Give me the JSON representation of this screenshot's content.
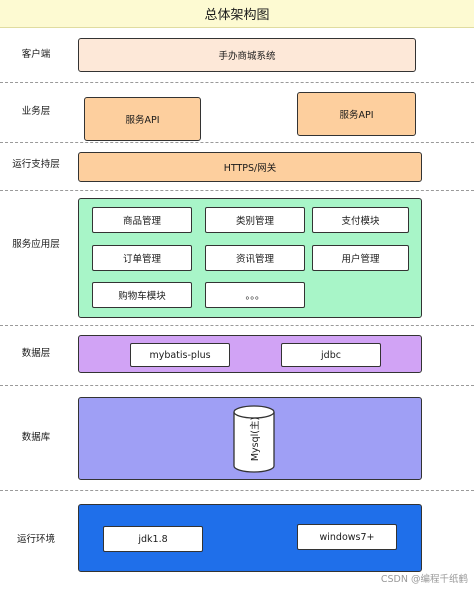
{
  "title": "总体架构图",
  "layers": {
    "client": {
      "label": "客户端",
      "box": "手办商城系统",
      "color": "#fde8d8"
    },
    "business": {
      "label": "业务层",
      "api_left": "服务API",
      "api_right": "服务API",
      "color": "#fdcf9e"
    },
    "runtime_support": {
      "label": "运行支持层",
      "box": "HTTPS/网关",
      "color": "#fdcf9e"
    },
    "service": {
      "label": "服务应用层",
      "color": "#a8f5c8",
      "modules": [
        "商品管理",
        "类别管理",
        "支付模块",
        "订单管理",
        "资讯管理",
        "用户管理",
        "购物车模块",
        "。。。"
      ]
    },
    "data_layer": {
      "label": "数据层",
      "items": [
        "mybatis-plus",
        "jdbc"
      ],
      "color": "#d1a3f5"
    },
    "database": {
      "label": "数据库",
      "cylinder": "Mysql(主)",
      "color": "#9f9ff5"
    },
    "environment": {
      "label": "运行环境",
      "items": [
        "jdk1.8",
        "windows7+"
      ],
      "color": "#1f6fea"
    }
  },
  "watermark": "CSDN @编程千纸鹤"
}
